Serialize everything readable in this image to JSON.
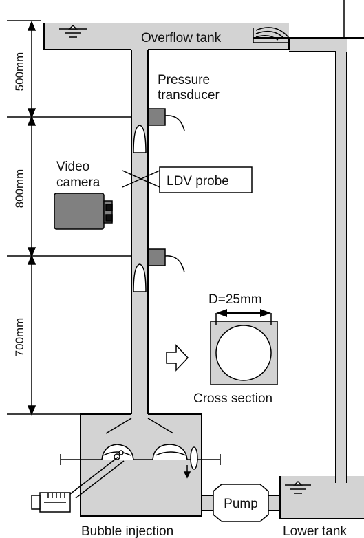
{
  "labels": {
    "overflow_tank": "Overflow tank",
    "pressure_transducer_line1": "Pressure",
    "pressure_transducer_line2": "transducer",
    "video_camera_line1": "Video",
    "video_camera_line2": "camera",
    "ldv_probe": "LDV probe",
    "diameter": "D=25mm",
    "cross_section": "Cross section",
    "bubble_injection": "Bubble injection",
    "pump": "Pump",
    "lower_tank": "Lower tank"
  },
  "dimensions": {
    "seg1": "500mm",
    "seg2": "800mm",
    "seg3": "700mm"
  },
  "colors": {
    "fill": "#d3d3d3",
    "device": "#808080",
    "stroke": "#000000"
  }
}
